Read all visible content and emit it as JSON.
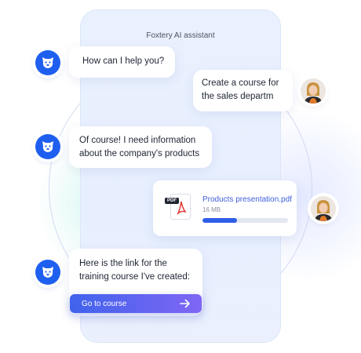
{
  "header": {
    "title": "Foxtery AI assistant"
  },
  "messages": {
    "bot_1": "How can I help you?",
    "user_1": "Create a course for the sales departm",
    "bot_2": "Of course! I need information about the company's products",
    "bot_3": "Here is the link for the training course I've created:"
  },
  "attachment": {
    "badge": "PDF",
    "file_name": "Products presentation.pdf",
    "file_size": "16 MB",
    "upload_progress": 0.4
  },
  "cta": {
    "label": "Go to course"
  },
  "colors": {
    "accent": "#2F5FE8",
    "bot_avatar": "#1F5FF0",
    "cta_start": "#4063EC",
    "cta_end": "#7F66F4"
  },
  "icons": [
    "dog-face-icon",
    "user-photo",
    "pdf-file-icon",
    "arrow-right-icon"
  ]
}
